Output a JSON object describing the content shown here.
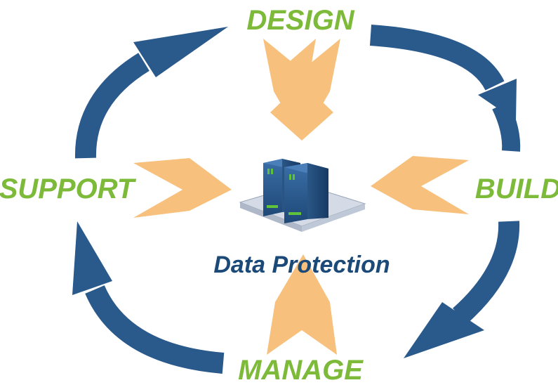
{
  "diagram": {
    "center": {
      "label": "Data Protection",
      "icon": "server-rack-icon"
    },
    "stages": {
      "top": "DESIGN",
      "right": "BUILD",
      "bottom": "MANAGE",
      "left": "SUPPORT"
    },
    "colors": {
      "cycle_arrow": "#2a5a8c",
      "inward_arrow": "#f7c07c",
      "stage_label": "#7dba3a",
      "center_label": "#1c4a78",
      "server_body": "#2e5f93",
      "server_led": "#5fc23a",
      "server_base": "#cfd6e2"
    }
  }
}
